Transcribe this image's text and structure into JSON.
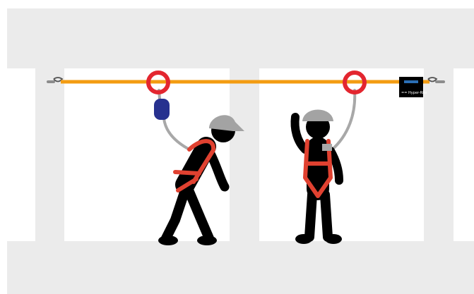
{
  "diagram": {
    "title": "",
    "colors": {
      "structure": "#ebebeb",
      "panel": "#ffffff",
      "lifeline": "#f39c12",
      "anchor_ring": "#e3262f",
      "lanyard": "#a8a8a8",
      "absorber": "#27318f",
      "worker": "#000000",
      "harness": "#e04130",
      "helmet": "#a3a3a3",
      "tensioner": "#000000"
    },
    "tensioner_label": "== Hyper-Rite",
    "workers": [
      {
        "name": "worker-bending",
        "pose": "walking",
        "lanyard": "energy-absorber"
      },
      {
        "name": "worker-standing",
        "pose": "standing",
        "lanyard": "self-retracting"
      }
    ]
  }
}
